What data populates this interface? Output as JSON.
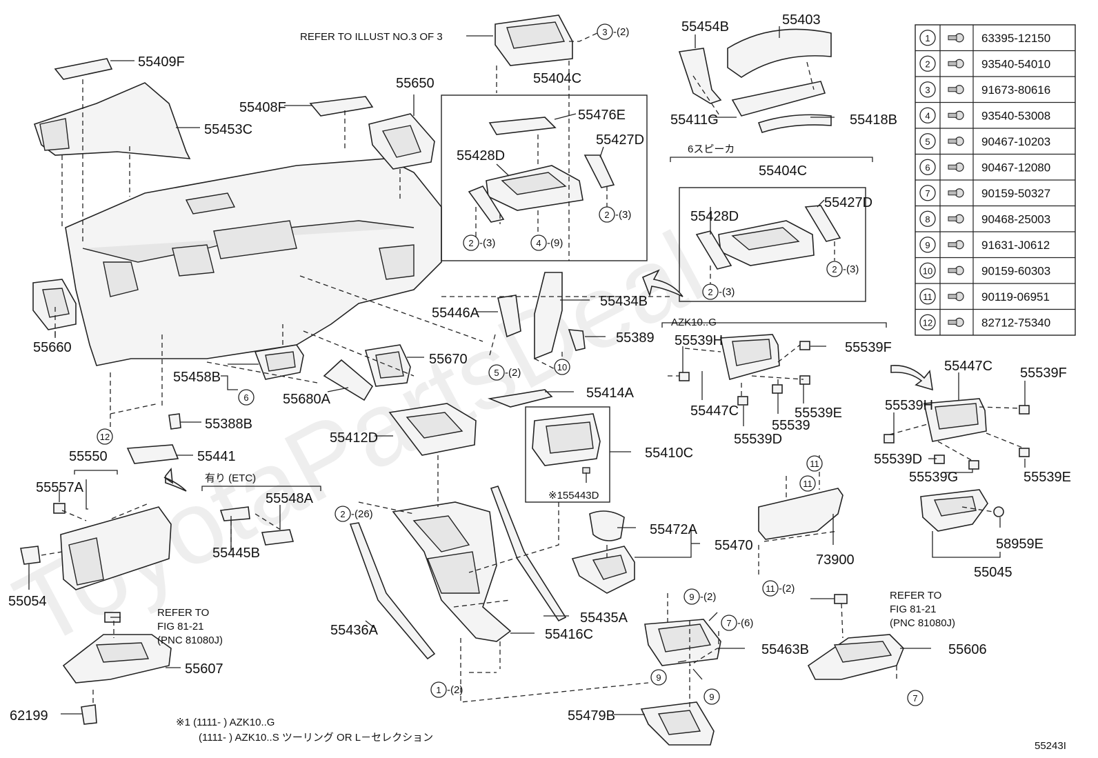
{
  "header": {
    "refer_illust": "REFER TO ILLUST NO.3 OF 3",
    "six_speaker": "6スピーカ",
    "azk_g": "AZK10..G",
    "etc_option": "有り (ETC)"
  },
  "labels": {
    "p55409F": "55409F",
    "p55408F": "55408F",
    "p55453C": "55453C",
    "p55650": "55650",
    "p55404C_top": "55404C",
    "p55476E": "55476E",
    "p55428D_top": "55428D",
    "p55427D_top": "55427D",
    "p55454B": "55454B",
    "p55403": "55403",
    "p55411G": "55411G",
    "p55418B": "55418B",
    "p55404C_alt": "55404C",
    "p55428D_alt": "55428D",
    "p55427D_alt": "55427D",
    "p55660": "55660",
    "p55446A": "55446A",
    "p55434B": "55434B",
    "p55389": "55389",
    "p55458B": "55458B",
    "p55680A": "55680A",
    "p55670": "55670",
    "p55414A": "55414A",
    "p55388B": "55388B",
    "p55412D": "55412D",
    "p55410C": "55410C",
    "p55443D": "※155443D",
    "p55550": "55550",
    "p55441": "55441",
    "p55557A": "55557A",
    "p55548A": "55548A",
    "p55445B": "55445B",
    "p55054": "55054",
    "p55472A": "55472A",
    "p55470": "55470",
    "p55436A": "55436A",
    "p55435A": "55435A",
    "p55416C": "55416C",
    "p55607": "55607",
    "p62199": "62199",
    "p55463B": "55463B",
    "p55479B": "55479B",
    "p55606": "55606",
    "p73900": "73900",
    "p55045": "55045",
    "p58959E": "58959E",
    "p55539H_a": "55539H",
    "p55539F_a": "55539F",
    "p55447C_a": "55447C",
    "p55539E_a": "55539E",
    "p55539_a": "55539",
    "p55539D_a": "55539D",
    "p55447C_b": "55447C",
    "p55539F_b": "55539F",
    "p55539H_b": "55539H",
    "p55539D_b": "55539D",
    "p55539G_b": "55539G",
    "p55539E_b": "55539E"
  },
  "qty": {
    "q3_2": "-(2)",
    "q2_3_a": "-(3)",
    "q4_9": "-(9)",
    "q2_3_b": "-(3)",
    "q2_3_c": "-(3)",
    "q2_3_d": "-(3)",
    "q5_2": "-(2)",
    "q2_26": "-(26)",
    "q1_2": "-(2)",
    "q9_2": "-(2)",
    "q7_6": "-(6)",
    "q11_2": "-(2)"
  },
  "refer_fig_left": {
    "line1": "REFER TO",
    "line2": "FIG 81-21",
    "line3": "(PNC 81080J)"
  },
  "refer_fig_right": {
    "line1": "REFER TO",
    "line2": "FIG 81-21",
    "line3": "(PNC 81080J)"
  },
  "footnote": {
    "line1": "※1 (1111-     ) AZK10..G",
    "line2": "(1111-     ) AZK10..S ツーリング   OR   L－セレクション"
  },
  "figure_code": "55243I",
  "watermark": "ToyotaPartsDeal",
  "legend": [
    {
      "num": "1",
      "part": "63395-12150"
    },
    {
      "num": "2",
      "part": "93540-54010"
    },
    {
      "num": "3",
      "part": "91673-80616"
    },
    {
      "num": "4",
      "part": "93540-53008"
    },
    {
      "num": "5",
      "part": "90467-10203"
    },
    {
      "num": "6",
      "part": "90467-12080"
    },
    {
      "num": "7",
      "part": "90159-50327"
    },
    {
      "num": "8",
      "part": "90468-25003"
    },
    {
      "num": "9",
      "part": "91631-J0612"
    },
    {
      "num": "10",
      "part": "90159-60303"
    },
    {
      "num": "11",
      "part": "90119-06951"
    },
    {
      "num": "12",
      "part": "82712-75340"
    }
  ],
  "callouts": {
    "c1": "1",
    "c2": "2",
    "c3": "3",
    "c4": "4",
    "c5": "5",
    "c6": "6",
    "c7": "7",
    "c9": "9",
    "c10": "10",
    "c11": "11",
    "c12": "12"
  }
}
